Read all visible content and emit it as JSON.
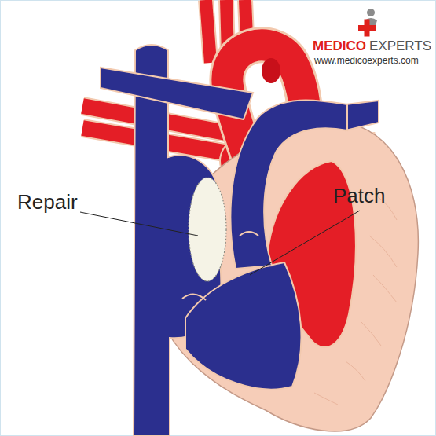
{
  "diagram": {
    "labels": [
      "Repair",
      "Patch",
      "MEDICO",
      "EXPERTS",
      "www.medicoexperts.com"
    ]
  }
}
